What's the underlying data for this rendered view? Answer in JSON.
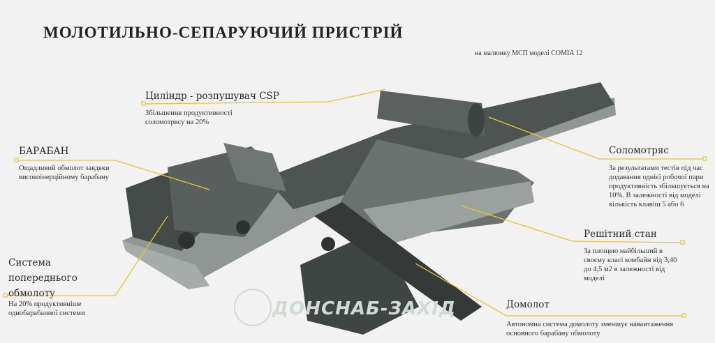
{
  "title": "МОЛОТИЛЬНО-СЕПАРУЮЧИЙ  ПРИСТРІЙ",
  "subtitle": "на малюнку МСП моделі  COMIA 12",
  "accent_color": "#e8c53a",
  "callouts": {
    "csp": {
      "title": "Циліндр - розпушувач CSP",
      "desc": [
        "Збільшення продуктивності",
        "соломотрясу на 20%"
      ]
    },
    "drum": {
      "title": "БАРАБАН",
      "desc": [
        "Ощадливий обмолот завдяки",
        "високоінерційному барабану"
      ]
    },
    "walker": {
      "title": "Соломотряс",
      "desc": [
        "За результатами тестів під час",
        "додавання однієї робочої пари",
        "продуктивність збільшується на",
        "10%. В залежності від моделі",
        "кількість клавіш 5 або 6"
      ]
    },
    "sieve": {
      "title": "Решітний стан",
      "desc": [
        "За площею найбільший в",
        "своєму класі комбайн від 3,40",
        "до 4,5 м2 в залежності від",
        "моделі"
      ]
    },
    "pre": {
      "title": [
        "Система",
        "попереднього",
        "обмолоту"
      ],
      "desc": [
        "На 20% продуктивніше",
        "однобарабанної системи"
      ]
    },
    "rethresh": {
      "title": "Домолот",
      "desc": [
        "Автономна система домолоту зменшує навантаження",
        "основного барабану обмолоту"
      ]
    }
  },
  "watermark": "ДОНСНАБ-ЗАХІД"
}
